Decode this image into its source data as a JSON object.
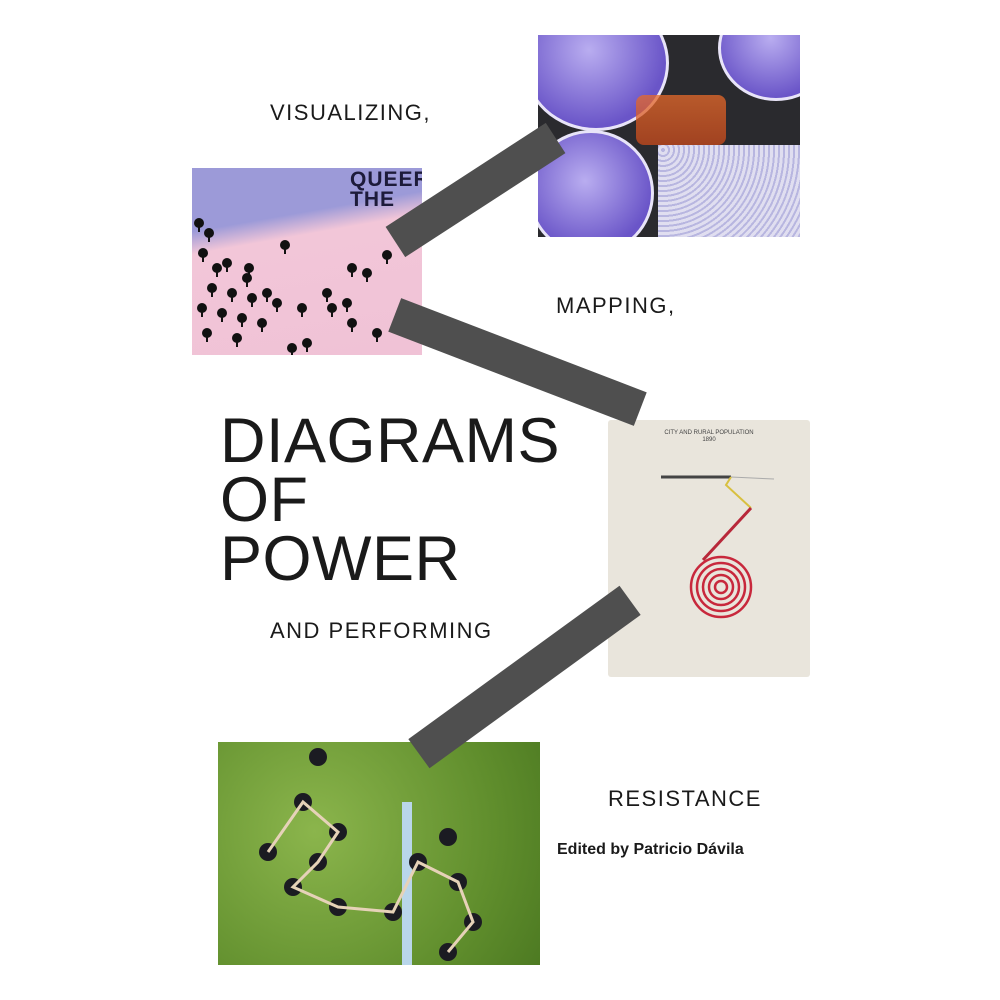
{
  "cover": {
    "label_1": "VISUALIZING,",
    "label_2": "MAPPING,",
    "title_lines": [
      "DIAGRAMS",
      "OF",
      "POWER"
    ],
    "label_3": "AND PERFORMING",
    "label_4": "RESISTANCE",
    "editor": "Edited by Patricio Dávila"
  },
  "images": {
    "map_overlay_text": [
      "QUEER",
      "THE"
    ],
    "chart_title": "CITY AND RURAL POPULATION",
    "chart_year": "1890"
  },
  "colors": {
    "connector": "#4f4f4f",
    "purple": "#7a66d4",
    "pink": "#f0c2d6",
    "spiral": "#c8283c"
  }
}
